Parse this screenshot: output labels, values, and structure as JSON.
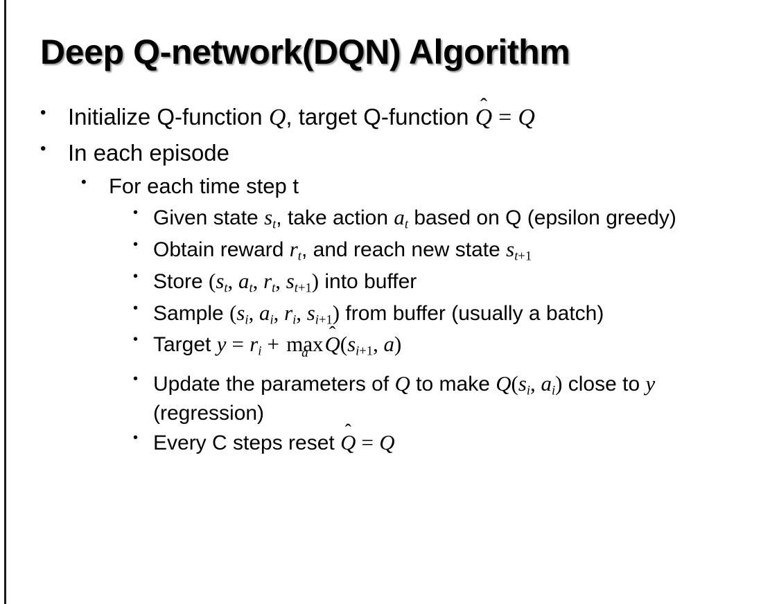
{
  "slide": {
    "title": "Deep Q-network(DQN) Algorithm",
    "background_color": "#ffffff",
    "text_color": "#000000",
    "accent_rule_color": "#1a1a1a",
    "bullet_marker": "•"
  },
  "content": {
    "level1": [
      {
        "id": "initialize",
        "text_plain": "Initialize Q-function Q, target Q-function Q̂ = Q",
        "segments": {
          "lead": "Initialize Q-function ",
          "var_q1": "Q",
          "mid": ", target Q-function ",
          "hat_base": "Q",
          "hat_mark": "̂",
          "equals": "=",
          "var_q2": "Q"
        }
      },
      {
        "id": "in-each-episode",
        "text_plain": "In each episode"
      }
    ],
    "level2": [
      {
        "id": "for-each-time-step",
        "text_plain": "For each time step t"
      }
    ],
    "level3": [
      {
        "id": "given-state",
        "text_plain": "Given state s_t, take action a_t based on Q (epsilon greedy)",
        "segments": {
          "lead": "Given state ",
          "var_s": "s",
          "sub_s": "t",
          "mid": ", take action ",
          "var_a": "a",
          "sub_a": "t",
          "tail": " based on Q (epsilon greedy)"
        }
      },
      {
        "id": "obtain-reward",
        "text_plain": "Obtain reward r_t, and reach new state s_{t+1}",
        "segments": {
          "lead": "Obtain reward ",
          "var_r": "r",
          "sub_r": "t",
          "mid": ", and reach new state ",
          "var_s": "s",
          "sub_s_t": "t",
          "sub_s_plus": "+",
          "sub_s_one": "1"
        }
      },
      {
        "id": "store-transition",
        "text_plain": "Store (s_t, a_t, r_t, s_{t+1}) into buffer",
        "segments": {
          "lead": "Store ",
          "open_paren": "(",
          "v1": "s",
          "v1sub": "t",
          "sep1": ", ",
          "v2": "a",
          "v2sub": "t",
          "sep2": ", ",
          "v3": "r",
          "v3sub": "t",
          "sep3": ", ",
          "v4": "s",
          "v4sub_idx": "t",
          "v4sub_plus": "+",
          "v4sub_one": "1",
          "close_paren": ")",
          "tail": " into buffer"
        }
      },
      {
        "id": "sample-batch",
        "text_plain": "Sample (s_i, a_i, r_i, s_{i+1}) from buffer (usually a batch)",
        "segments": {
          "lead": "Sample ",
          "open_paren": "(",
          "v1": "s",
          "v1sub": "i",
          "sep1": ", ",
          "v2": "a",
          "v2sub": "i",
          "sep2": ", ",
          "v3": "r",
          "v3sub": "i",
          "sep3": ", ",
          "v4": "s",
          "v4sub_idx": "i",
          "v4sub_plus": "+",
          "v4sub_one": "1",
          "close_paren": ")",
          "tail": " from buffer (usually a batch)"
        }
      },
      {
        "id": "target-y",
        "text_plain": "Target y = r_i + max_a Q̂(s_{i+1}, a)",
        "segments": {
          "lead": "Target ",
          "var_y": "y",
          "equals": "=",
          "var_r": "r",
          "sub_r": "i",
          "plus": "+",
          "op": "max",
          "op_under": "a",
          "hat_base": "Q",
          "hat_mark": "̂",
          "open_paren": "(",
          "var_s": "s",
          "sub_s_idx": "i",
          "sub_s_plus": "+",
          "sub_s_one": "1",
          "comma": ", ",
          "var_a": "a",
          "close_paren": ")"
        }
      },
      {
        "id": "update-parameters",
        "text_plain": "Update the parameters of Q to make Q(s_i, a_i) close to y (regression)",
        "segments": {
          "lead": "Update the parameters of ",
          "var_q1": "Q",
          "mid": " to make ",
          "var_q2": "Q",
          "open_paren": "(",
          "var_s": "s",
          "sub_s": "i",
          "comma": ", ",
          "var_a": "a",
          "sub_a": "i",
          "close_paren": ")",
          "tail1": " close to ",
          "var_y": "y",
          "tail2": " (regression)"
        }
      },
      {
        "id": "reset-target",
        "text_plain": "Every C steps reset Q̂ = Q",
        "segments": {
          "lead": "Every C steps reset ",
          "hat_base": "Q",
          "hat_mark": "̂",
          "equals": "=",
          "var_q": "Q"
        }
      }
    ]
  }
}
